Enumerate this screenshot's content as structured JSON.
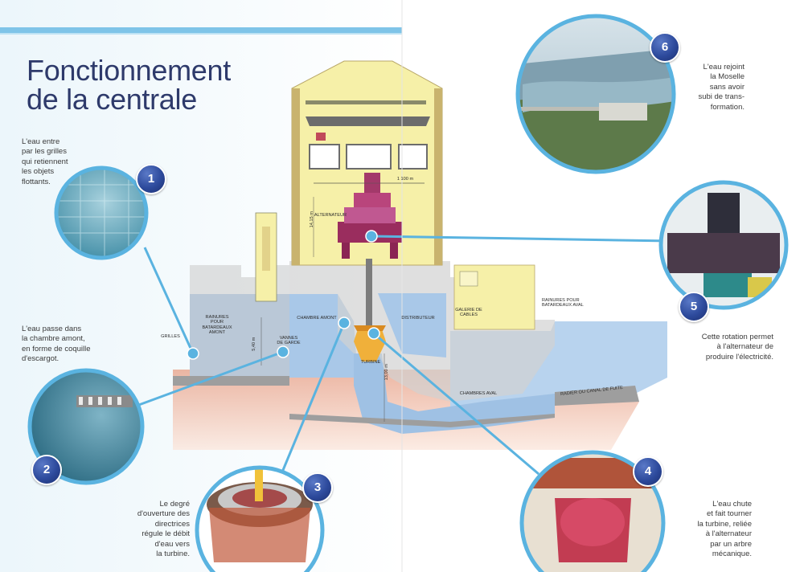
{
  "title": {
    "line1": "Fonctionnement",
    "line2": "de la centrale"
  },
  "steps": [
    {
      "number": "1",
      "caption": [
        "L'eau entre",
        "par les grilles",
        "qui retiennent",
        "les objets",
        "flottants."
      ]
    },
    {
      "number": "2",
      "caption": [
        "L'eau passe dans",
        "la chambre amont,",
        "en forme de coquille",
        "d'escargot."
      ]
    },
    {
      "number": "3",
      "caption": [
        "Le degré",
        "d'ouverture des",
        "directrices",
        "régule le débit",
        "d'eau vers",
        "la turbine."
      ]
    },
    {
      "number": "4",
      "caption": [
        "L'eau chute",
        "et fait tourner",
        "la turbine, reliée",
        "à l'alternateur",
        "par un arbre",
        "mécanique."
      ]
    },
    {
      "number": "5",
      "caption": [
        "Cette rotation permet",
        "à l'alternateur de",
        "produire l'électricité."
      ]
    },
    {
      "number": "6",
      "caption": [
        "L'eau rejoint",
        "la Moselle",
        "sans avoir",
        "subi de trans-",
        "formation."
      ]
    }
  ],
  "diagram_labels": {
    "alternateur": "ALTERNATEUR",
    "rainures_amont": [
      "RAINURES",
      "POUR",
      "BATARDEAUX",
      "AMONT"
    ],
    "vannes": [
      "VANNES",
      "DE GARDE"
    ],
    "chambre_amont": "CHAMBRE AMONT",
    "distributeur": "DISTRIBUTEUR",
    "galerie": [
      "GALERIE DE",
      "CABLES"
    ],
    "rainures_aval": [
      "RAINURES POUR",
      "BATARDEAUX AVAL"
    ],
    "grilles": "GRILLES",
    "turbine": "TURBINE",
    "chambres_aval": "CHAMBRES AVAL",
    "radier": "RADIER OU CANAL DE FUITE",
    "dim_1100": "1 100 m",
    "dim_1415": "14,15 m",
    "dim_540": "5,40 m",
    "dim_1300": "13,00 m"
  },
  "colors": {
    "accent_blue": "#2d4a9c",
    "water": "#a9c8e8",
    "building": "#f6f0a8",
    "alternator": "#9a2d5e",
    "title": "#2e3a6b"
  }
}
